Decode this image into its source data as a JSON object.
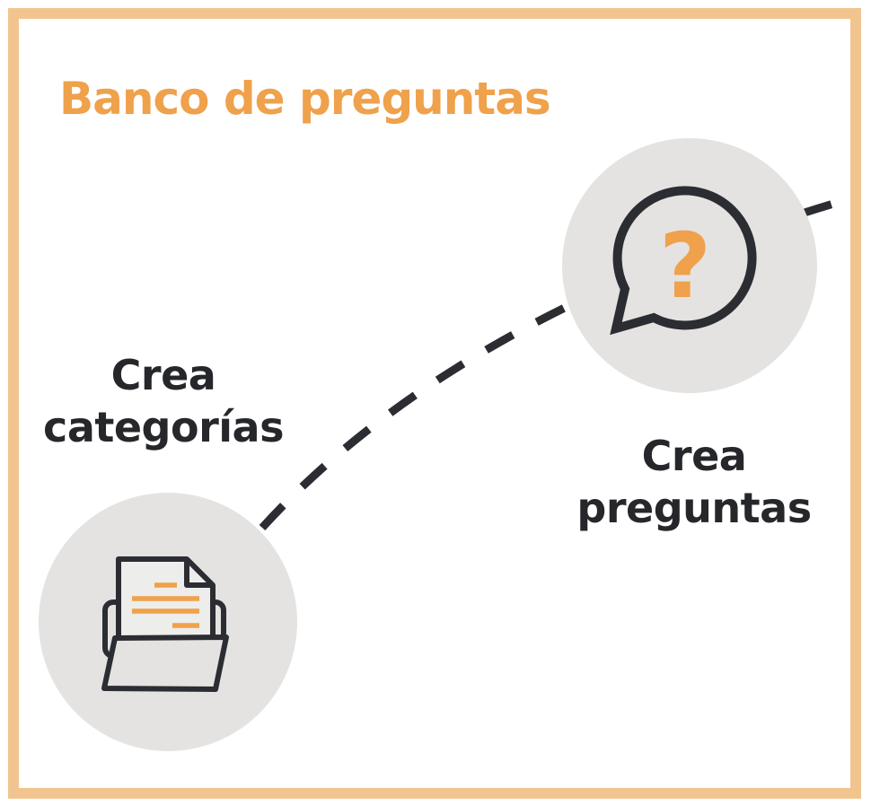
{
  "title": "Banco de preguntas",
  "colors": {
    "accent": "#EFA14B",
    "frame": "#F2C48F",
    "dark": "#2B2D33",
    "text": "#26272B",
    "circle-bg": "#E4E3E1",
    "doc-fill": "#EDEDEB"
  },
  "steps": [
    {
      "id": "categorias",
      "line1": "Crea",
      "line2": "categorías",
      "icon": "folder-with-documents"
    },
    {
      "id": "preguntas",
      "line1": "Crea",
      "line2": "preguntas",
      "icon": "question-speech-bubble",
      "glyph": "?"
    }
  ],
  "connector": {
    "type": "dashed-curve",
    "from": "categorias",
    "to": "preguntas"
  }
}
